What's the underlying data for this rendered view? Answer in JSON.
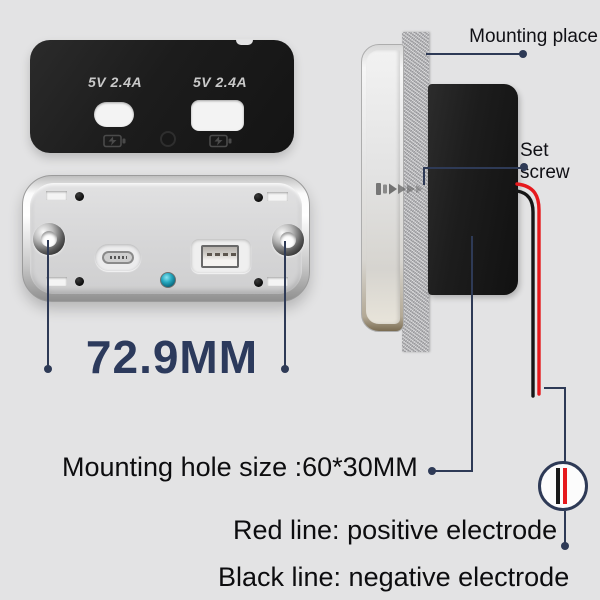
{
  "colors": {
    "background": "#e3e3e4",
    "callout_navy": "#2e3a56",
    "dimension_navy": "#2c3a5c",
    "label_black": "#0d0d0f",
    "wire_red": "#e6191d",
    "wire_black": "#161616",
    "faceplate_black": "#1c1c1c",
    "led_teal": "#1a98b0"
  },
  "faceplate": {
    "rating_left": "5V 2.4A",
    "rating_right": "5V 2.4A"
  },
  "dimension": {
    "width_label": "72.9MM"
  },
  "callouts": {
    "mounting_place": "Mounting place",
    "set_screw": "Set screw",
    "hole_size": "Mounting hole size :60*30MM"
  },
  "legend": {
    "red_line": "Red line: positive electrode",
    "black_line": "Black line: negative electrode"
  },
  "icons": {
    "battery_charging": "battery-outline-with-lightning-bolt",
    "led_indicator": "teal-round-led",
    "usb_c_port": "pill-connector",
    "usb_a_port": "rectangular-connector",
    "set_screw": "side-view-screw-with-threads",
    "wire_magnifier": "circle-showing-red-and-black-wires"
  }
}
